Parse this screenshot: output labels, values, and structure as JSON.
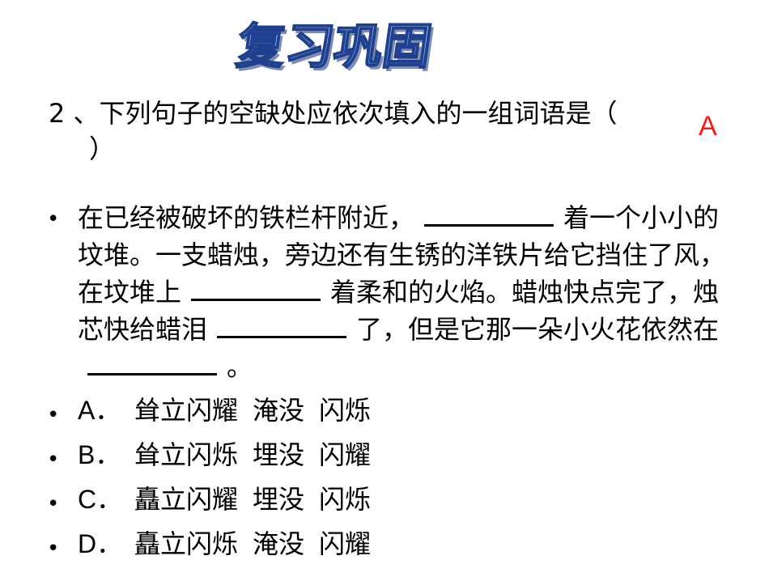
{
  "slide": {
    "title": "复习巩固",
    "question": "2 、下列句子的空缺处应依次填入的一组词语是（",
    "question_close": "）",
    "answer": "A",
    "passage": {
      "part1": "在已经被破坏的铁栏杆附近，",
      "part2": "着一个小小的坟堆。一支蜡烛，旁边还有生锈的洋铁片给它挡住了风，在坟堆上",
      "part3": "着柔和的火焰。蜡烛快点完了，烛芯快给蜡泪",
      "part4": "了，但是它那一朵小火花依然在",
      "part5": "。"
    },
    "options": [
      {
        "letter": "A．",
        "w1": "耸立闪耀",
        "w2": "淹没",
        "w3": "闪烁"
      },
      {
        "letter": "B．",
        "w1": "耸立闪烁",
        "w2": "埋没",
        "w3": "闪耀"
      },
      {
        "letter": "C．",
        "w1": "矗立闪耀",
        "w2": "埋没",
        "w3": "闪烁"
      },
      {
        "letter": "D．",
        "w1": "矗立闪烁",
        "w2": "淹没",
        "w3": "闪耀"
      }
    ],
    "bullet": "•",
    "colors": {
      "title_fill": "#a9d6f5",
      "title_stroke": "#1f3f8f",
      "answer": "#ff1a1a"
    }
  }
}
